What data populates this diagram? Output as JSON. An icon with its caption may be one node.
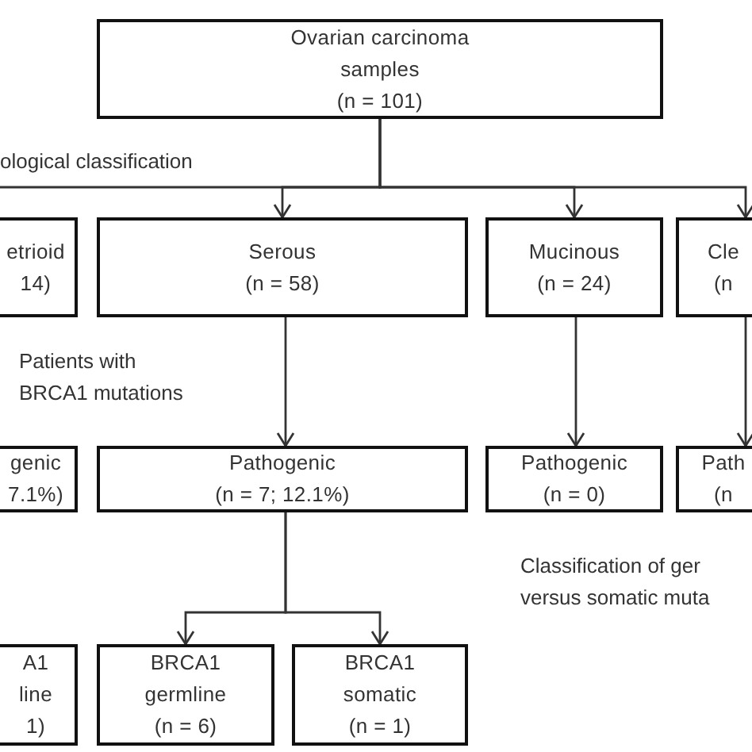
{
  "diagram": {
    "nodes": [
      {
        "text": [
          "Ovarian carcinoma samples",
          "(n = 101)"
        ]
      },
      {
        "text": [
          "etrioid",
          "14)"
        ]
      },
      {
        "text": [
          "Serous",
          "(n = 58)"
        ]
      },
      {
        "text": [
          "Mucinous",
          "(n = 24)"
        ]
      },
      {
        "text": [
          "Cle",
          "(n"
        ]
      },
      {
        "text": [
          "genic",
          "7.1%)"
        ]
      },
      {
        "text": [
          "Pathogenic",
          "(n = 7; 12.1%)"
        ]
      },
      {
        "text": [
          "Pathogenic",
          "(n = 0)"
        ]
      },
      {
        "text": [
          "Path",
          "(n"
        ]
      },
      {
        "text": [
          "A1 line",
          "1)"
        ]
      },
      {
        "text": [
          "BRCA1 germline",
          "(n = 6)"
        ]
      },
      {
        "text": [
          "BRCA1 somatic",
          "(n = 1)"
        ]
      }
    ],
    "edges": [
      {
        "from": 0,
        "to": null,
        "arrow": "none"
      },
      {
        "from": 0,
        "to": 2,
        "arrow": "to"
      },
      {
        "from": 0,
        "to": 3,
        "arrow": "to"
      },
      {
        "from": 0,
        "to": 4,
        "arrow": "to"
      },
      {
        "from": 2,
        "to": 6,
        "arrow": "to"
      },
      {
        "from": 3,
        "to": 7,
        "arrow": "to"
      },
      {
        "from": 4,
        "to": 8,
        "arrow": "to"
      },
      {
        "from": 6,
        "to": 10,
        "arrow": "to"
      },
      {
        "from": 6,
        "to": 11,
        "arrow": "to"
      }
    ],
    "labels": [
      "ological classification",
      "Patients with BRCA1 mutations",
      "Classification of ger versus somatic muta"
    ]
  }
}
